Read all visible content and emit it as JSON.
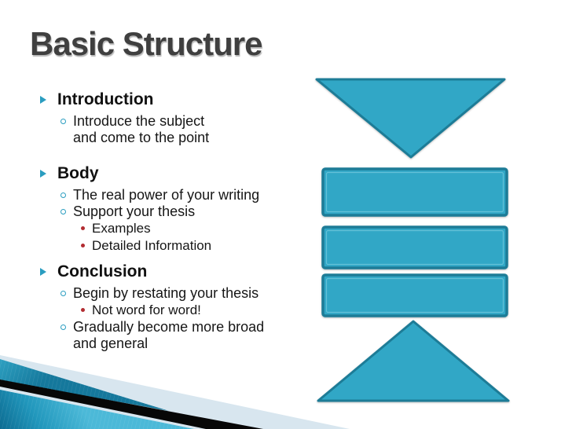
{
  "slide": {
    "title": "Basic Structure"
  },
  "outline": {
    "sections": [
      {
        "title": "Introduction",
        "items": [
          {
            "level": 2,
            "text": "Introduce the subject and come to the point"
          }
        ]
      },
      {
        "title": "Body",
        "items": [
          {
            "level": 2,
            "text": "The real power of your writing"
          },
          {
            "level": 2,
            "text": "Support your thesis"
          },
          {
            "level": 3,
            "text": "Examples"
          },
          {
            "level": 3,
            "text": "Detailed Information"
          }
        ]
      },
      {
        "title": "Conclusion",
        "items": [
          {
            "level": 2,
            "text": "Begin by restating your thesis"
          },
          {
            "level": 3,
            "text": "Not word for word!"
          },
          {
            "level": 2,
            "text": "Gradually become more broad and general"
          }
        ]
      }
    ]
  },
  "diagram": {
    "description": "funnel-of-focus",
    "shapes": [
      "triangle-down",
      "bar",
      "bar",
      "bar",
      "triangle-up"
    ]
  },
  "colors": {
    "title_color": "#3f3f3f",
    "text_color": "#161616",
    "bullet_teal": "#2a9dc0",
    "bullet_red": "#b22c31",
    "shape_fill": "#31a7c6",
    "shape_stroke": "#1d7c97",
    "shape_inner": "#72c8dc",
    "corner_pale": "#d8e6ef",
    "corner_black": "#070707",
    "corner_teal_dark": "#0d6c92",
    "corner_teal_light": "#4cb9d8"
  }
}
